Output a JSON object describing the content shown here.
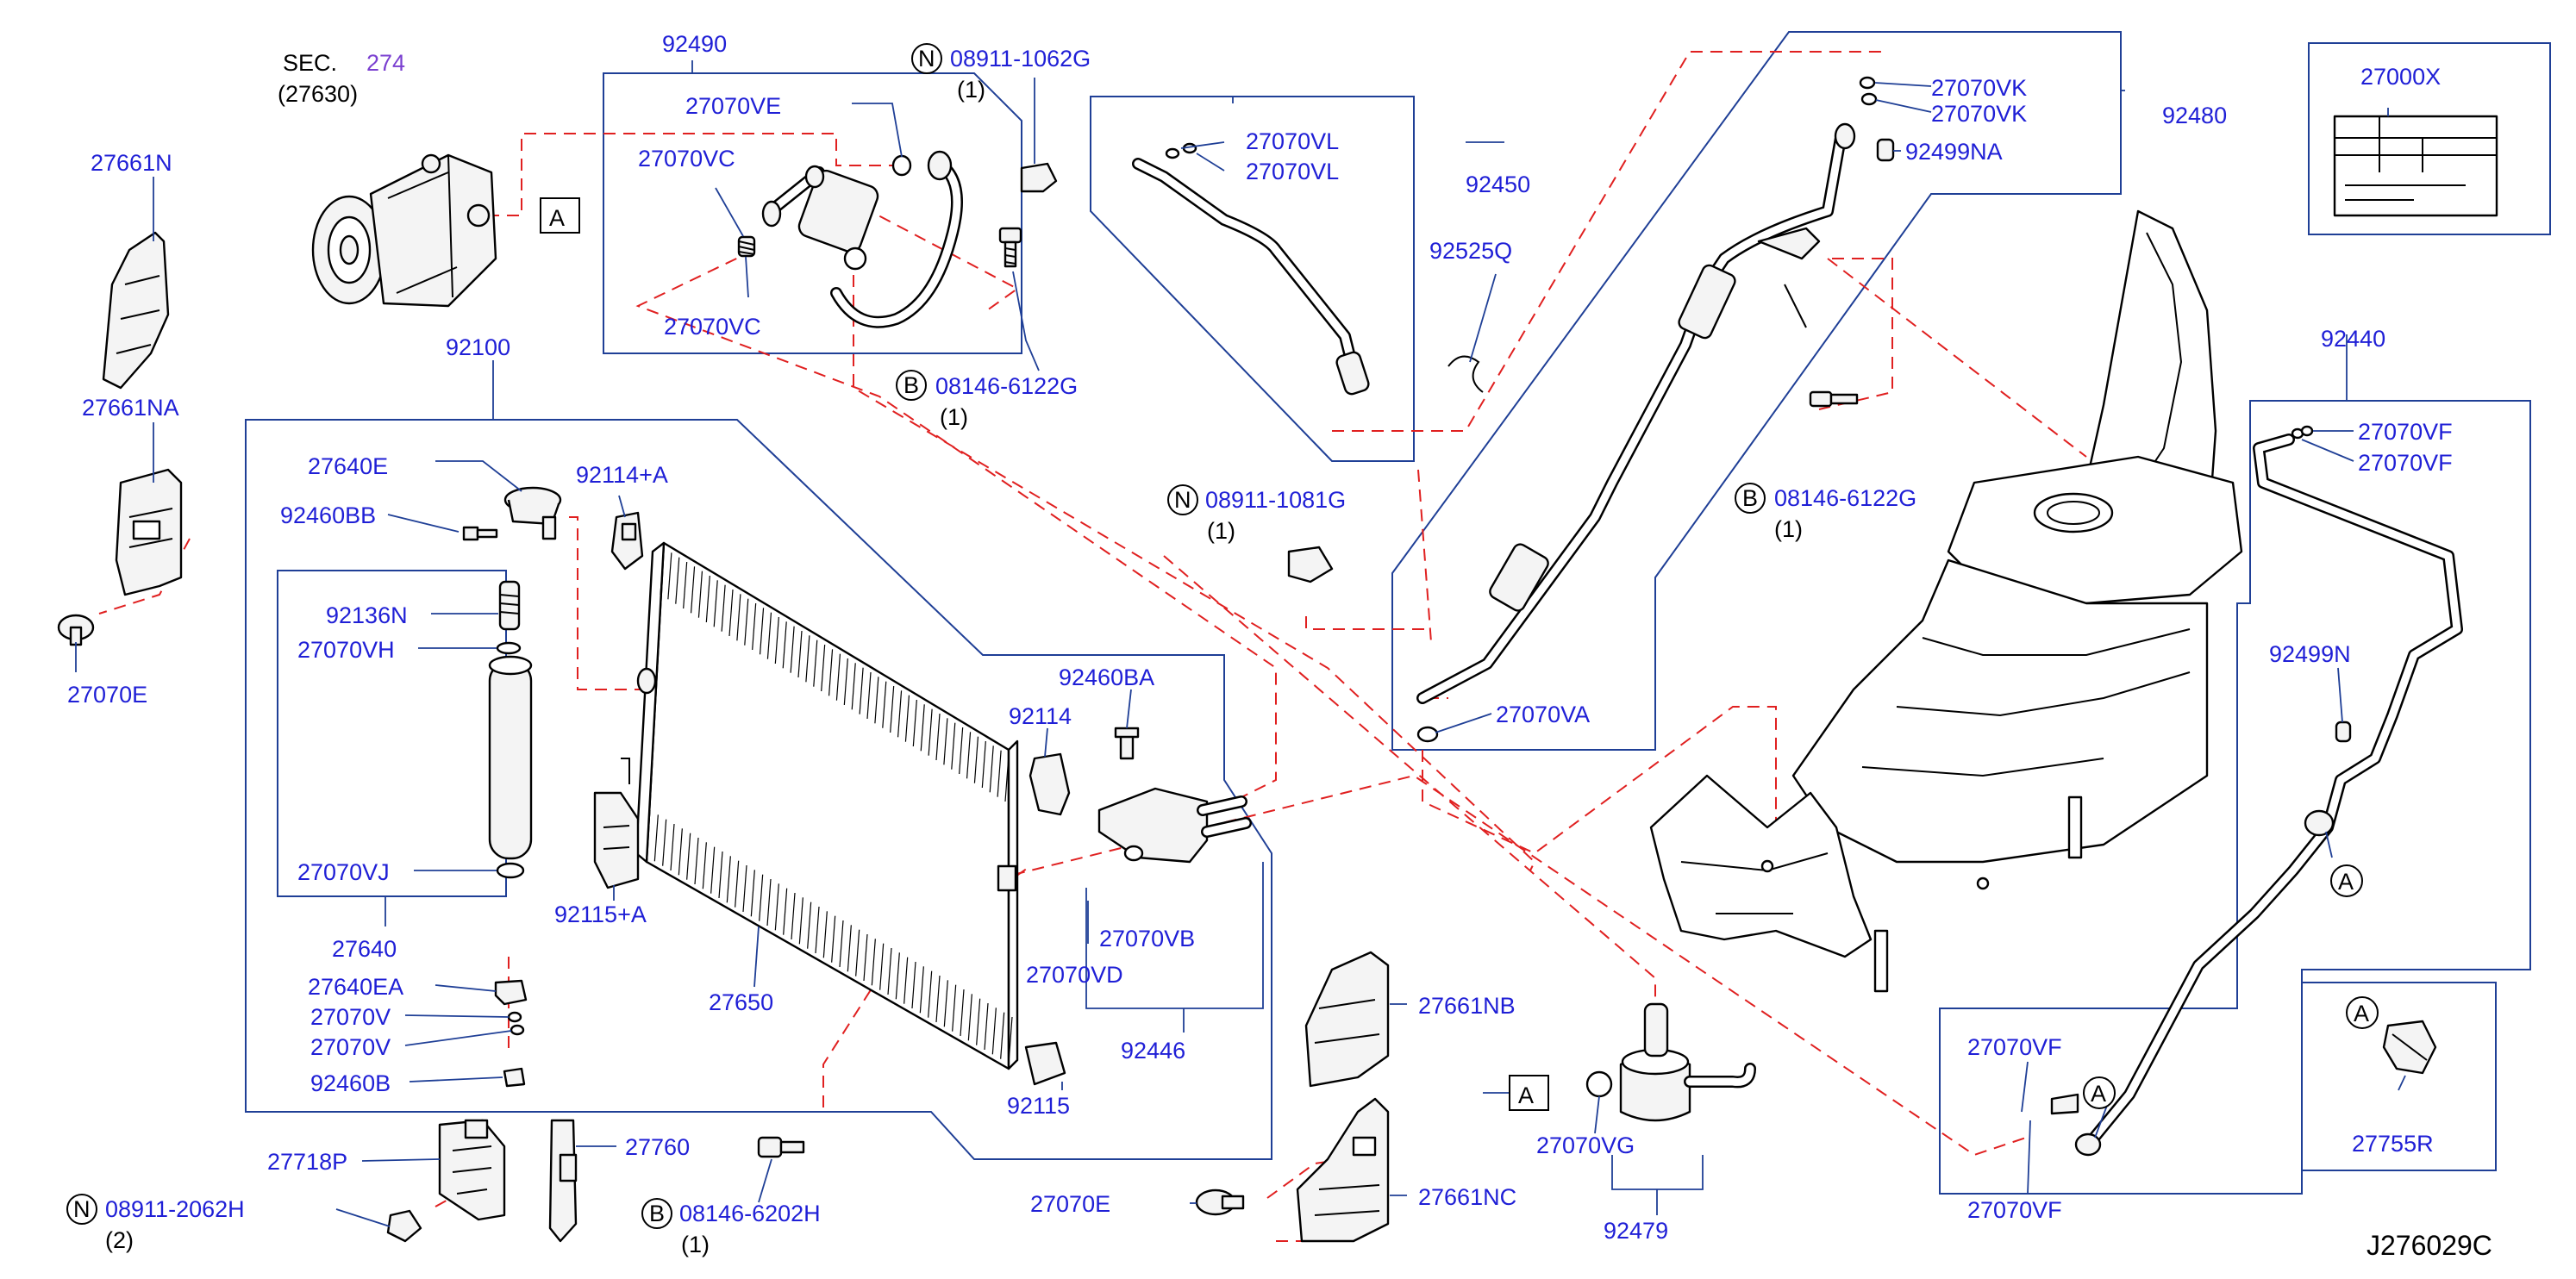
{
  "diagram": {
    "code": "J276029C",
    "sec": {
      "label": "SEC.",
      "number": "274",
      "sub": "(27630)"
    },
    "markers": {
      "a": "A",
      "n": "N",
      "b": "B"
    },
    "callouts": {
      "p27661N": "27661N",
      "p27661NA": "27661NA",
      "p27070E_top": "27070E",
      "p92490": "92490",
      "p27070VE": "27070VE",
      "p27070VC_a": "27070VC",
      "p27070VC_b": "27070VC",
      "p08911_1062G": "08911-1062G",
      "q08911_1062G": "(1)",
      "p08146_6122G_a": "08146-6122G",
      "q08146_6122G_a": "(1)",
      "p92100": "92100",
      "p27640E": "27640E",
      "p92460BB": "92460BB",
      "p92114A": "92114+A",
      "p92136N": "92136N",
      "p27070VH": "27070VH",
      "p27070VJ": "27070VJ",
      "p27640": "27640",
      "p27640EA": "27640EA",
      "p27070V_a": "27070V",
      "p27070V_b": "27070V",
      "p92460B": "92460B",
      "p92115A": "92115+A",
      "p27650": "27650",
      "p92460BA": "92460BA",
      "p92114": "92114",
      "p27070VB": "27070VB",
      "p27070VD": "27070VD",
      "p92446": "92446",
      "p92115": "92115",
      "p27718P": "27718P",
      "p08911_2062H": "08911-2062H",
      "q08911_2062H": "(2)",
      "p27760": "27760",
      "p08146_6202H": "08146-6202H",
      "q08146_6202H": "(1)",
      "p27070E_bottom": "27070E",
      "p27661NB": "27661NB",
      "p27661NC": "27661NC",
      "p27070VL_a": "27070VL",
      "p27070VL_b": "27070VL",
      "p92450": "92450",
      "p92525Q": "92525Q",
      "p08911_1081G": "08911-1081G",
      "q08911_1081G": "(1)",
      "p27070VK_a": "27070VK",
      "p27070VK_b": "27070VK",
      "p92480": "92480",
      "p92499NA": "92499NA",
      "p08146_6122G_b": "08146-6122G",
      "q08146_6122G_b": "(1)",
      "p27070VA": "27070VA",
      "p27070VG": "27070VG",
      "p92479": "92479",
      "p27000X": "27000X",
      "p92440": "92440",
      "p27070VF_a": "27070VF",
      "p27070VF_b": "27070VF",
      "p92499N": "92499N",
      "p27070VF_c": "27070VF",
      "p27070VF_d": "27070VF",
      "p27755R": "27755R"
    },
    "colors": {
      "part_number": "#1f1fd6",
      "reference": "#7a3fd0",
      "box_outline": "#1f3f96",
      "dashed_path": "#e02020"
    }
  }
}
